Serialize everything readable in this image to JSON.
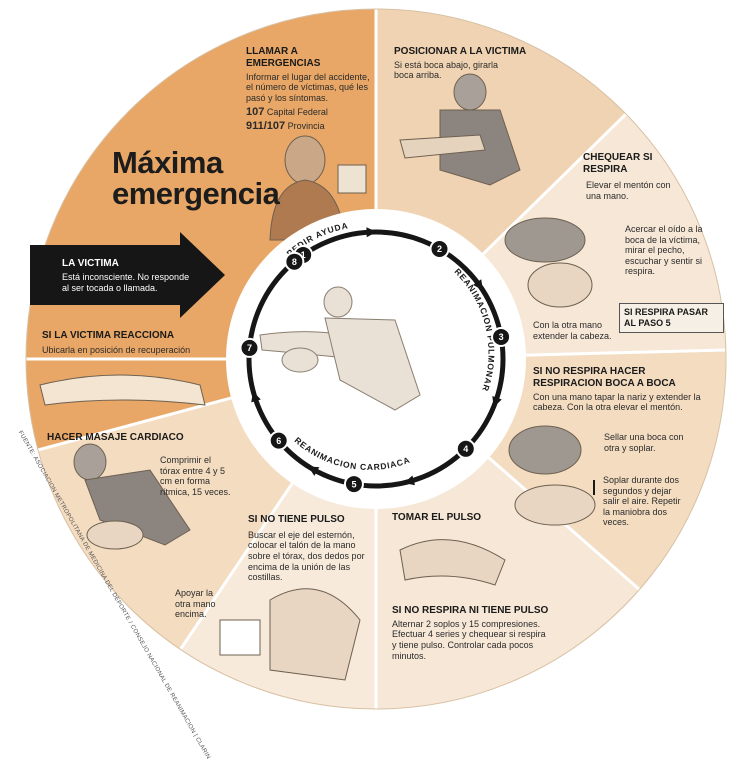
{
  "title": {
    "line1": "Máxima",
    "line2": "emergencia"
  },
  "victim_arrow": {
    "heading": "LA VICTIMA",
    "text": "Está inconsciente. No responde al ser tocada o llamada."
  },
  "call_emergency": {
    "heading": "LLAMAR A EMERGENCIAS",
    "text": "Informar el lugar del accidente, el número de víctimas, qué les pasó y los síntomas.",
    "phone1_number": "107",
    "phone1_area": "Capital Federal",
    "phone2_number": "911/107",
    "phone2_area": "Provincia"
  },
  "position_victim": {
    "heading": "POSICIONAR A LA VICTIMA",
    "text": "Si está boca abajo, girarla boca arriba."
  },
  "check_breathing": {
    "heading": "CHEQUEAR SI RESPIRA",
    "text1": "Elevar el mentón con una mano.",
    "text2": "Acercar el oído a la boca de la víctima, mirar el pecho, escuchar y sentir si respira.",
    "text3": "Con la otra mano extender la cabeza.",
    "note": "SI RESPIRA PASAR AL PASO 5"
  },
  "mouth_to_mouth": {
    "heading": "SI NO RESPIRA HACER RESPIRACION BOCA A BOCA",
    "text1": "Con una mano tapar la nariz y extender la cabeza. Con la otra elevar el mentón.",
    "text2": "Sellar una boca con otra y soplar.",
    "text3": "Soplar durante dos segundos y dejar salir el aire. Repetir la maniobra dos veces."
  },
  "take_pulse": {
    "heading": "TOMAR EL PULSO",
    "heading2": "SI NO RESPIRA NI TIENE PULSO",
    "text": "Alternar 2 soplos y 15 compresiones. Efectuar 4 series y chequear si respira y tiene pulso. Controlar cada pocos minutos."
  },
  "no_pulse": {
    "heading": "SI NO TIENE PULSO",
    "text1": "Buscar el eje del esternón, colocar el talón de la mano sobre el tórax, dos dedos por encima de la unión de las costillas.",
    "text2": "Apoyar la otra mano encima."
  },
  "cardiac_massage": {
    "heading": "HACER MASAJE CARDIACO",
    "text": "Comprimir el tórax entre 4 y 5 cm en forma rítmica, 15 veces."
  },
  "reacts": {
    "heading": "SI LA VICTIMA REACCIONA",
    "text": "Ubicarla en posición de recuperación"
  },
  "ring": {
    "label_top": "PEDIR AYUDA",
    "label_right": "REANIMACION PULMONAR",
    "label_bottom": "REANIMACION CARDIACA",
    "numbers": [
      "1",
      "2",
      "3",
      "4",
      "5",
      "6",
      "7",
      "8"
    ]
  },
  "source": "FUENTE: ASOCIACION METROPOLITANA DE MEDICINA DEL DEPORTE / CONSEJO NACIONAL DE REANIMACION | CLARIN",
  "colors": {
    "orange": "#e8a766",
    "beige1": "#f3dcc0",
    "beige2": "#f7eadb",
    "dark": "#161616"
  }
}
